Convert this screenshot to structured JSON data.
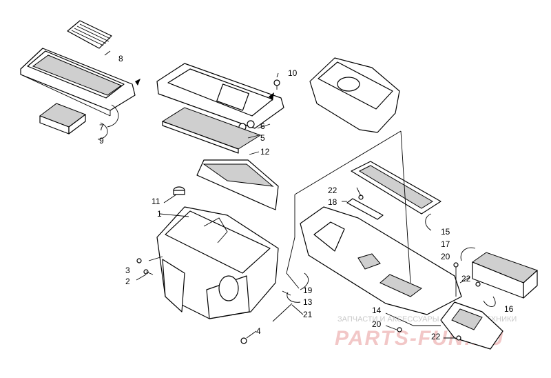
{
  "callouts": [
    {
      "id": "c1",
      "text": "1"
    },
    {
      "id": "c2",
      "text": "2"
    },
    {
      "id": "c3",
      "text": "3"
    },
    {
      "id": "c4",
      "text": "4"
    },
    {
      "id": "c5",
      "text": "5"
    },
    {
      "id": "c6",
      "text": "6"
    },
    {
      "id": "c7",
      "text": "7"
    },
    {
      "id": "c8",
      "text": "8"
    },
    {
      "id": "c9",
      "text": "9"
    },
    {
      "id": "c10",
      "text": "10"
    },
    {
      "id": "c11",
      "text": "11"
    },
    {
      "id": "c12",
      "text": "12"
    },
    {
      "id": "c13",
      "text": "13"
    },
    {
      "id": "c14",
      "text": "14"
    },
    {
      "id": "c15",
      "text": "15"
    },
    {
      "id": "c16",
      "text": "16"
    },
    {
      "id": "c17",
      "text": "17"
    },
    {
      "id": "c18",
      "text": "18"
    },
    {
      "id": "c19",
      "text": "19"
    },
    {
      "id": "c20a",
      "text": "20"
    },
    {
      "id": "c20b",
      "text": "20"
    },
    {
      "id": "c21",
      "text": "21"
    },
    {
      "id": "c22a",
      "text": "22"
    },
    {
      "id": "c22b",
      "text": "22"
    },
    {
      "id": "c22c",
      "text": "22"
    }
  ],
  "watermark": {
    "caption": "ЗАПЧАСТИ И АКСЕССУАРЫ ДЛЯ МОТОТЕХНИКИ",
    "brand": "PARTS-FUN.RU",
    "color": "#e8a0a0"
  }
}
